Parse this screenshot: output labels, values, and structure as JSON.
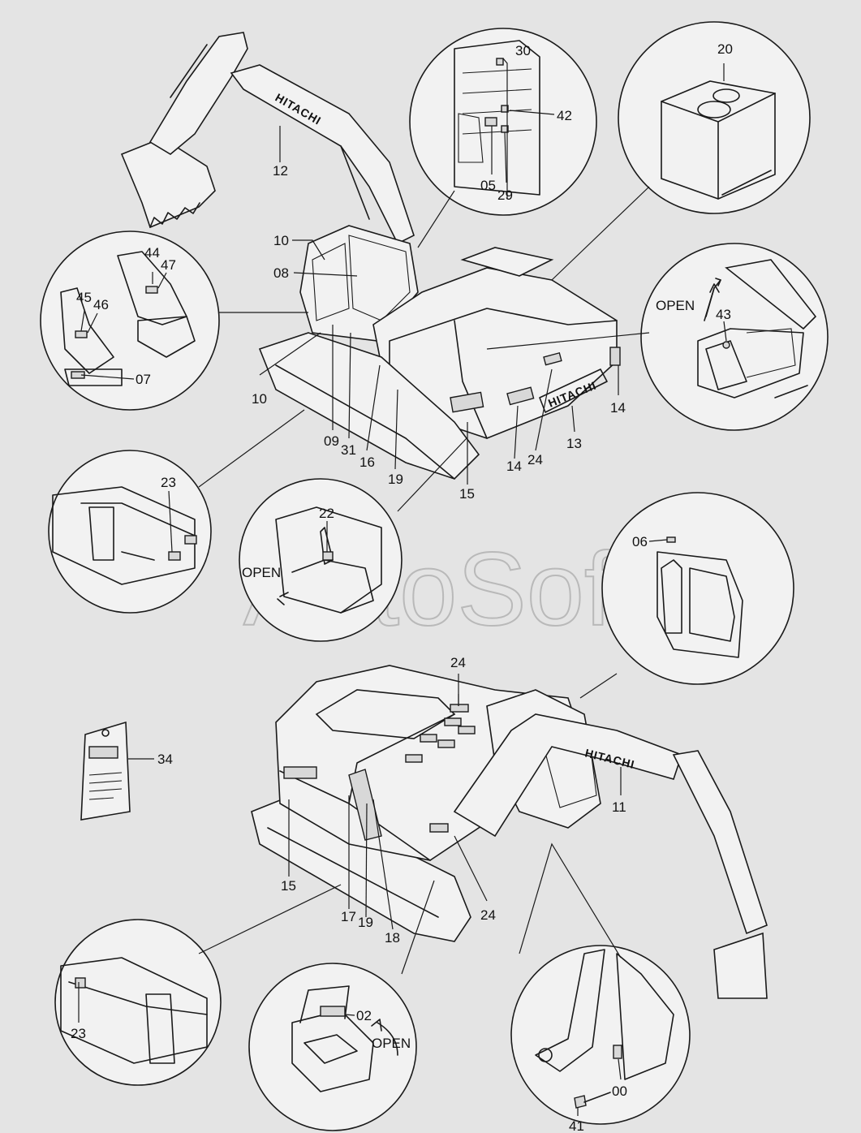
{
  "watermark": "AutoSoft",
  "brand": "HITACHI",
  "open_word": "OPEN",
  "part_labels": {
    "p00": "00",
    "p02": "02",
    "p05": "05",
    "p06": "06",
    "p07": "07",
    "p08": "08",
    "p09": "09",
    "p10": "10",
    "p11": "11",
    "p12": "12",
    "p13": "13",
    "p14": "14",
    "p15": "15",
    "p16": "16",
    "p17": "17",
    "p18": "18",
    "p19": "19",
    "p20": "20",
    "p22": "22",
    "p23": "23",
    "p24": "24",
    "p29": "29",
    "p30": "30",
    "p31": "31",
    "p34": "34",
    "p41": "41",
    "p42": "42",
    "p43": "43",
    "p44": "44",
    "p45": "45",
    "p46": "46",
    "p47": "47"
  }
}
